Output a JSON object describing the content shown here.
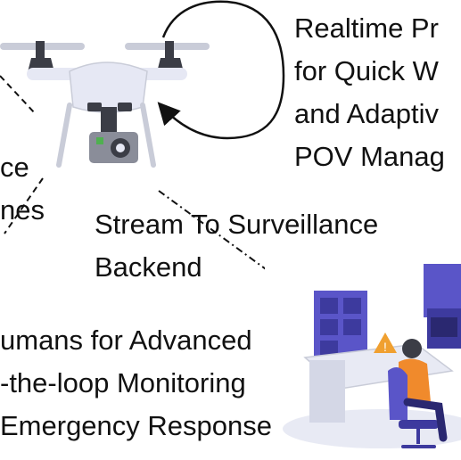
{
  "labels": {
    "top_right": "Realtime Pr\nfor Quick W\nand Adaptiv\nPOV Manag",
    "left_middle": "ce\nnes",
    "stream": "Stream To Surveillance\nBackend",
    "bottom_left": "umans for Advanced\n-the-loop Monitoring\nEmergency Response"
  },
  "colors": {
    "drone_body": "#e6e8f4",
    "drone_dark": "#3b3d46",
    "drone_rotor": "#c9ccd8",
    "drone_accent": "#e05050",
    "desk_purple": "#5a55c8",
    "desk_light": "#e8eaf4",
    "person_orange": "#f08a2c",
    "warning_orange": "#f0a030",
    "text": "#111111"
  },
  "icons": {
    "drone": "drone-icon",
    "operator": "surveillance-operator-icon",
    "loop_arrow": "loop-arrow-icon"
  }
}
